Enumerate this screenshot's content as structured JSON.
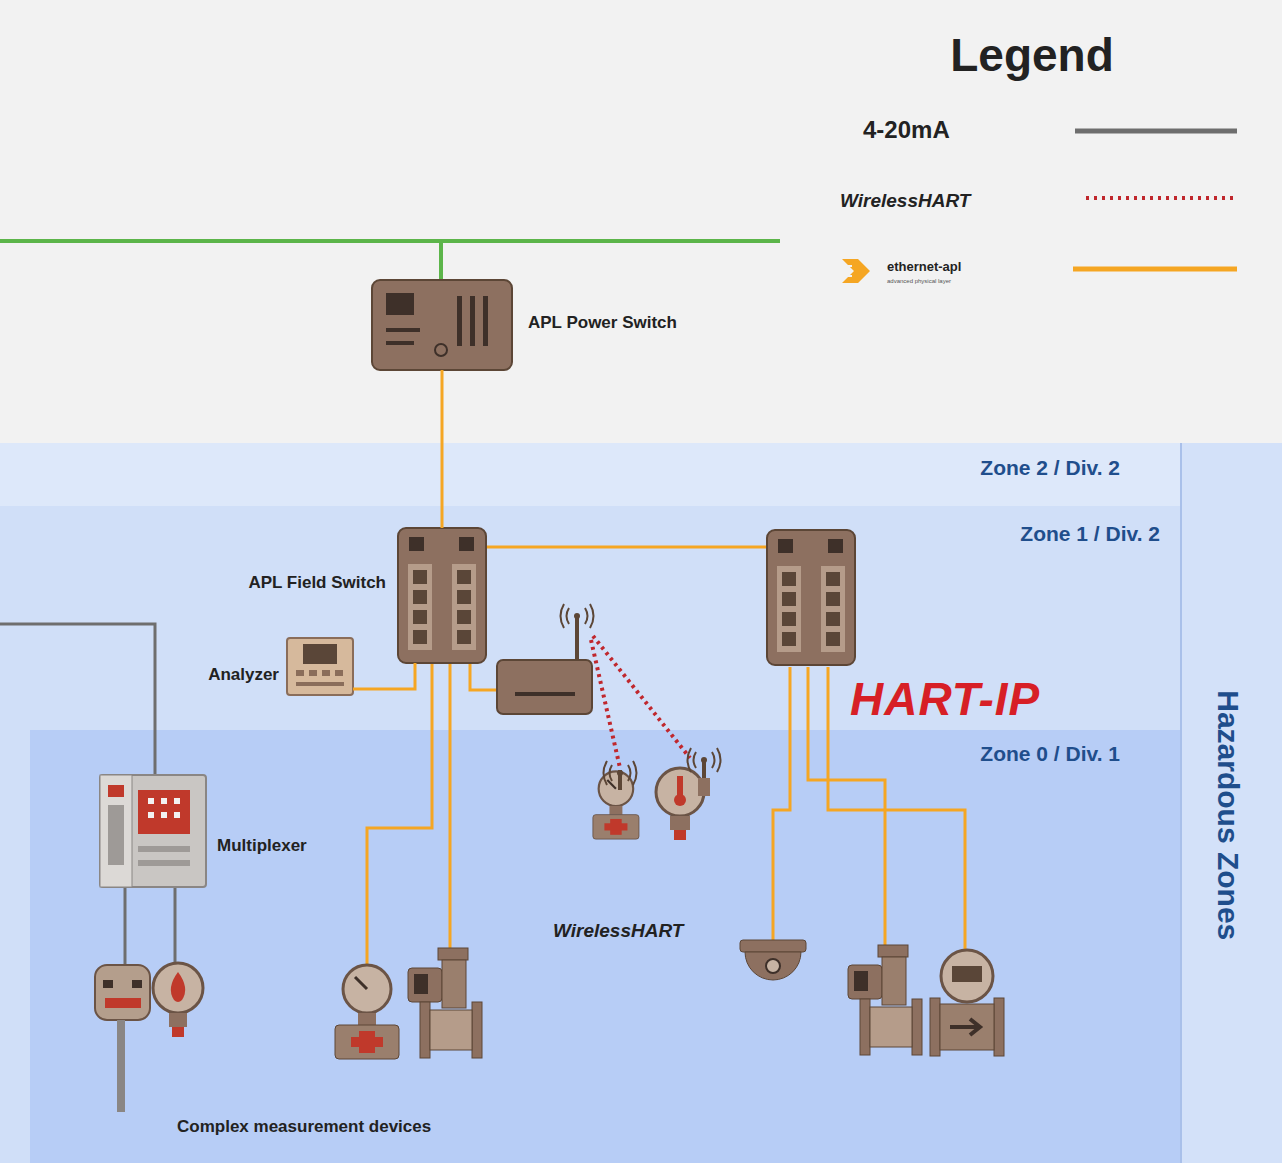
{
  "diagram": {
    "nodes": [
      {
        "text": [
          "APL Power Switch"
        ]
      },
      {
        "text": [
          "Zone 2 / Div. 2"
        ]
      },
      {
        "text": [
          "Zone 1 / Div. 2"
        ]
      },
      {
        "text": [
          "APL Field Switch"
        ],
        "in": 2
      },
      {
        "text": [
          "Analyzer"
        ],
        "in": 2
      },
      {
        "text": [
          "Zone 0 / Div. 1"
        ]
      },
      {
        "text": [
          "Multiplexer"
        ],
        "in": 5
      }
    ],
    "edges": [
      {
        "from": 0,
        "to": 3,
        "arrow": "none"
      },
      {
        "from": 4,
        "to": 3,
        "arrow": "none"
      }
    ],
    "labels": [
      "Legend",
      "HART-IP",
      "WirelessHART",
      "Complex measurement devices",
      "Hazardous Zones",
      "advanced physical layer"
    ],
    "legend": [
      {
        "text": "4-20mA"
      },
      {
        "text": "WirelessHART"
      },
      {
        "text": "ethernet-apl"
      }
    ]
  }
}
